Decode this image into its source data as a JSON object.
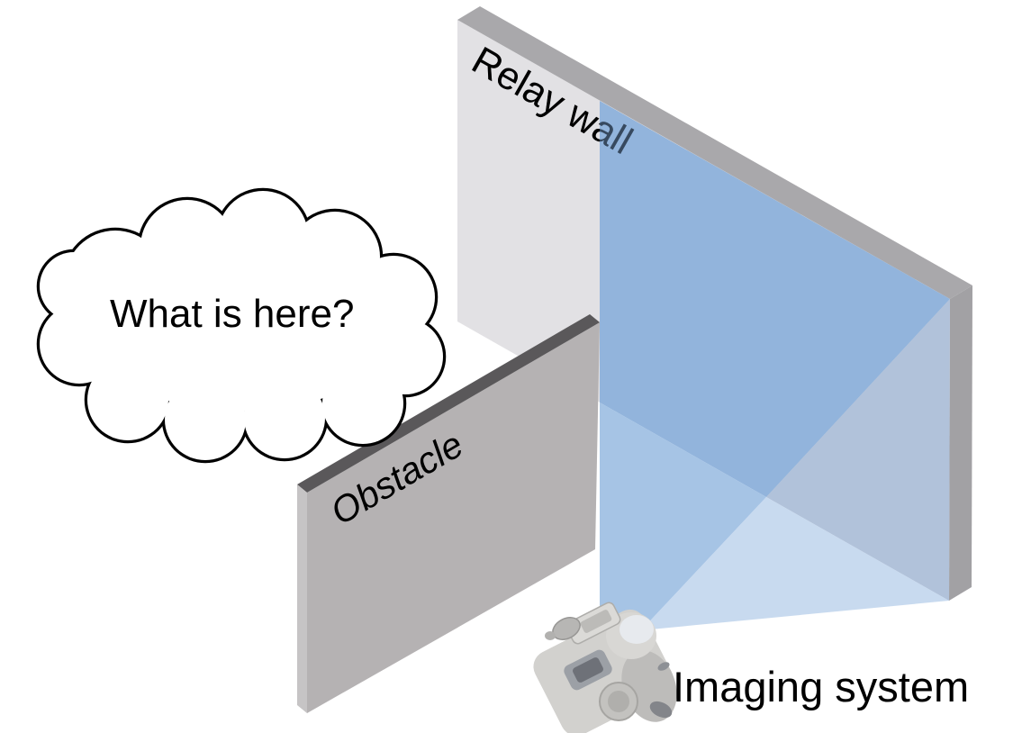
{
  "figure": {
    "kind": "nlos-imaging-setup-diagram",
    "labels": {
      "relay_wall": "Relay wall",
      "obstacle": "Obstacle",
      "thought": "What is here?",
      "imaging_system": "Imaging system"
    },
    "colors": {
      "background": "#ffffff",
      "wall_face": "#e2e1e4",
      "wall_top_edge": "#a9a8ab",
      "wall_right_edge": "#a2a1a4",
      "obstacle_face": "#b5b2b3",
      "obstacle_top_edge": "#5a585a",
      "obstacle_left_edge": "#c6c4c5",
      "beam_upper": "#7ea9da",
      "beam_left": "#90b5de",
      "beam_right": "#a5bad7",
      "beam_lower": "#bad1eb",
      "label_text": "#000000",
      "cloud_outline": "#000000",
      "cloud_fill": "#ffffff",
      "camera_body": "#d2d1ce",
      "camera_shade": "#bdbcba",
      "camera_dark": "#83858a",
      "camera_lens_face": "#e7eaee"
    }
  }
}
